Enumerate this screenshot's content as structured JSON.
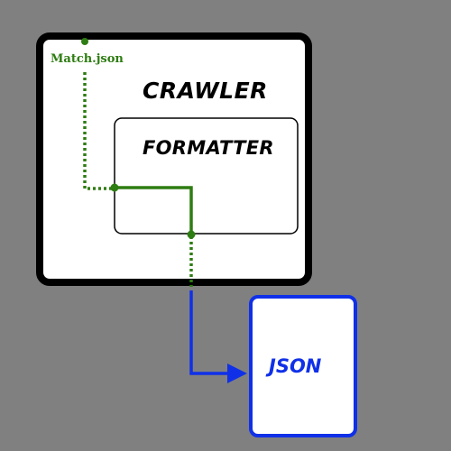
{
  "diagram": {
    "file_label": "Match.json",
    "crawler_label": "CRAWLER",
    "formatter_label": "FORMATTER",
    "output_label": "JSON"
  },
  "colors": {
    "background": "#808080",
    "green_path": "#2e7d12",
    "blue_path": "#1030e8",
    "box_fill": "#ffffff",
    "box_border": "#000000"
  }
}
